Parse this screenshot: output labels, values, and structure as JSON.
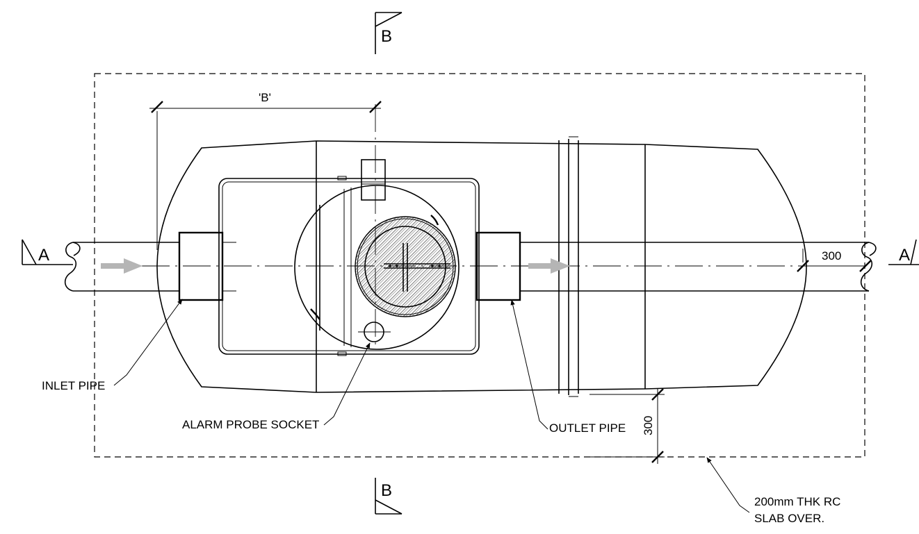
{
  "drawing": {
    "section_a_left": "A",
    "section_a_right": "A",
    "section_b_top": "B",
    "section_b_bottom": "B",
    "dim_b_label": "'B'",
    "dim_right_300": "300",
    "dim_bottom_300": "300"
  },
  "labels": {
    "inlet_pipe": "INLET PIPE",
    "alarm_probe_socket": "ALARM PROBE SOCKET",
    "outlet_pipe": "OUTLET PIPE",
    "slab_line1": "200mm THK RC",
    "slab_line2": "SLAB OVER."
  }
}
